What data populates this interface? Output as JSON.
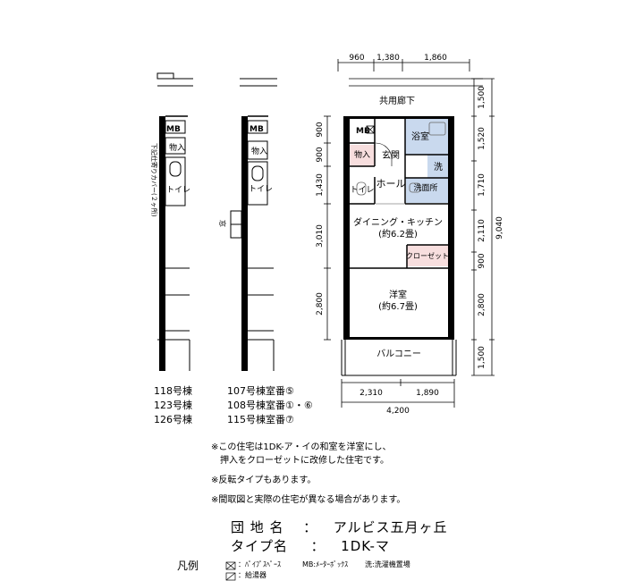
{
  "plan": {
    "dims_top": [
      "960",
      "1,380",
      "1,860"
    ],
    "dims_right": [
      "1,500",
      "1,520",
      "1,710",
      "2,110",
      "900",
      "2,800",
      "1,500"
    ],
    "dims_total_right": "9,040",
    "dims_left": [
      "900",
      "900",
      "1,430",
      "3,010",
      "2,800"
    ],
    "dims_bottom": [
      "2,310",
      "1,890"
    ],
    "dims_total_bottom": "4,200",
    "rooms": {
      "corridor": "共用廊下",
      "mb": "MB",
      "bath": "浴室",
      "storage": "物入",
      "entrance": "玄関",
      "wash_mark": "洗",
      "toilet": "トイレ",
      "hall": "ホール",
      "washroom": "洗面所",
      "dk": "ダイニング・キッチン",
      "dk_size": "(約6.2畳)",
      "closet": "クローゼット",
      "western": "洋室",
      "western_size": "(約6.7畳)",
      "balcony": "バルコニー"
    },
    "side1": {
      "mb": "MB",
      "storage": "物入",
      "toilet": "トイレ",
      "note": "下記仕寄りカバー(２ヶ所)"
    },
    "side2": {
      "mb": "MB",
      "storage": "物入",
      "toilet": "トイレ",
      "window": "窓"
    }
  },
  "buildings": [
    {
      "name": "118号棟",
      "rooms": "107号棟室番⑤"
    },
    {
      "name": "123号棟",
      "rooms": "108号棟室番①・⑥"
    },
    {
      "name": "126号棟",
      "rooms": "115号棟室番⑦"
    }
  ],
  "notes": [
    "※この住宅は1DK-ア・イの和室を洋室にし、",
    "　押入をクローゼットに改修した住宅です。",
    "※反転タイプもあります。",
    "※間取図と実際の住宅が異なる場合があります。"
  ],
  "info": {
    "complex_label": "団 地 名",
    "complex_value": "アルビス五月ヶ丘",
    "type_label": "タイプ名",
    "type_value": "1DK-マ",
    "colon": "："
  },
  "legend": {
    "title": "凡例",
    "pipe": "：ﾊﾟｲﾌﾟｽﾍﾟｰｽ",
    "mb": "MB:ﾒｰﾀｰﾎﾞｯｸｽ",
    "wash": "洗:洗濯機置場",
    "heater": "：給湯器"
  },
  "colors": {
    "bath": "#c9d9ee",
    "wash": "#c9d9ee",
    "pink": "#f7dede",
    "wall": "#000000"
  }
}
